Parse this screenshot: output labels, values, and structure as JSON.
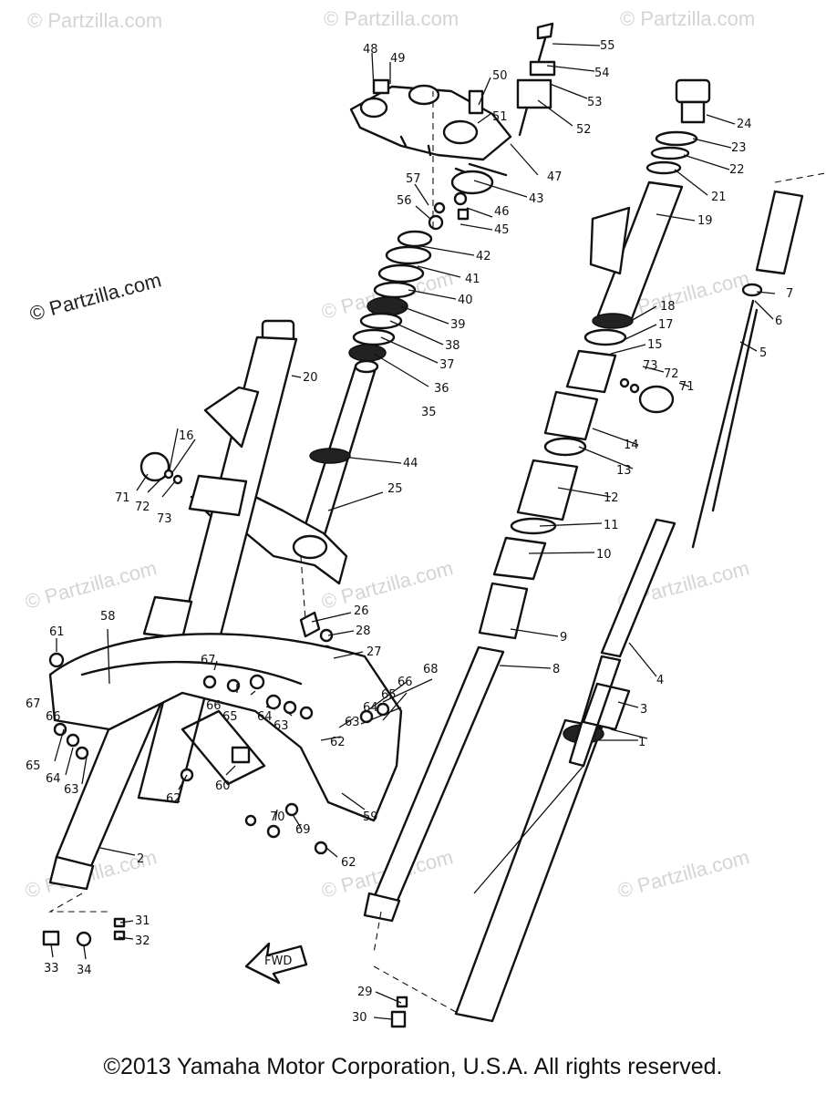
{
  "watermark": {
    "text": "© Partzilla.com"
  },
  "copyright": "©2013 Yamaha Motor Corporation, U.S.A. All rights reserved.",
  "fwd_label": "FWD",
  "parts": [
    {
      "id": "48",
      "label": "48"
    },
    {
      "id": "49",
      "label": "49"
    },
    {
      "id": "50",
      "label": "50"
    },
    {
      "id": "51",
      "label": "51"
    },
    {
      "id": "52",
      "label": "52"
    },
    {
      "id": "53",
      "label": "53"
    },
    {
      "id": "54",
      "label": "54"
    },
    {
      "id": "55",
      "label": "55"
    },
    {
      "id": "47",
      "label": "47"
    },
    {
      "id": "43",
      "label": "43"
    },
    {
      "id": "46",
      "label": "46"
    },
    {
      "id": "45",
      "label": "45"
    },
    {
      "id": "57",
      "label": "57"
    },
    {
      "id": "56",
      "label": "56"
    },
    {
      "id": "42",
      "label": "42"
    },
    {
      "id": "41",
      "label": "41"
    },
    {
      "id": "40",
      "label": "40"
    },
    {
      "id": "39",
      "label": "39"
    },
    {
      "id": "38",
      "label": "38"
    },
    {
      "id": "37",
      "label": "37"
    },
    {
      "id": "36",
      "label": "36"
    },
    {
      "id": "35",
      "label": "35"
    },
    {
      "id": "44",
      "label": "44"
    },
    {
      "id": "25",
      "label": "25"
    },
    {
      "id": "26",
      "label": "26"
    },
    {
      "id": "28",
      "label": "28"
    },
    {
      "id": "27",
      "label": "27"
    },
    {
      "id": "20",
      "label": "20"
    },
    {
      "id": "16",
      "label": "16"
    },
    {
      "id": "71a",
      "label": "71"
    },
    {
      "id": "72a",
      "label": "72"
    },
    {
      "id": "73a",
      "label": "73"
    },
    {
      "id": "24",
      "label": "24"
    },
    {
      "id": "23",
      "label": "23"
    },
    {
      "id": "22",
      "label": "22"
    },
    {
      "id": "21",
      "label": "21"
    },
    {
      "id": "19",
      "label": "19"
    },
    {
      "id": "7",
      "label": "7"
    },
    {
      "id": "6",
      "label": "6"
    },
    {
      "id": "5",
      "label": "5"
    },
    {
      "id": "18",
      "label": "18"
    },
    {
      "id": "17",
      "label": "17"
    },
    {
      "id": "15",
      "label": "15"
    },
    {
      "id": "73b",
      "label": "73"
    },
    {
      "id": "72b",
      "label": "72"
    },
    {
      "id": "71b",
      "label": "71"
    },
    {
      "id": "14",
      "label": "14"
    },
    {
      "id": "13",
      "label": "13"
    },
    {
      "id": "12",
      "label": "12"
    },
    {
      "id": "11",
      "label": "11"
    },
    {
      "id": "10",
      "label": "10"
    },
    {
      "id": "9",
      "label": "9"
    },
    {
      "id": "8",
      "label": "8"
    },
    {
      "id": "4",
      "label": "4"
    },
    {
      "id": "3",
      "label": "3"
    },
    {
      "id": "1",
      "label": "1"
    },
    {
      "id": "58",
      "label": "58"
    },
    {
      "id": "61",
      "label": "61"
    },
    {
      "id": "67a",
      "label": "67"
    },
    {
      "id": "66a",
      "label": "66"
    },
    {
      "id": "65a",
      "label": "65"
    },
    {
      "id": "64a",
      "label": "64"
    },
    {
      "id": "63a",
      "label": "63"
    },
    {
      "id": "67b",
      "label": "67"
    },
    {
      "id": "66b",
      "label": "66"
    },
    {
      "id": "65b",
      "label": "65"
    },
    {
      "id": "64b",
      "label": "64"
    },
    {
      "id": "63b",
      "label": "63"
    },
    {
      "id": "68",
      "label": "68"
    },
    {
      "id": "66c",
      "label": "66"
    },
    {
      "id": "65c",
      "label": "65"
    },
    {
      "id": "64c",
      "label": "64"
    },
    {
      "id": "63c",
      "label": "63"
    },
    {
      "id": "62a",
      "label": "62"
    },
    {
      "id": "62b",
      "label": "62"
    },
    {
      "id": "60",
      "label": "60"
    },
    {
      "id": "70",
      "label": "70"
    },
    {
      "id": "69",
      "label": "69"
    },
    {
      "id": "59",
      "label": "59"
    },
    {
      "id": "62c",
      "label": "62"
    },
    {
      "id": "2",
      "label": "2"
    },
    {
      "id": "31",
      "label": "31"
    },
    {
      "id": "32",
      "label": "32"
    },
    {
      "id": "33",
      "label": "33"
    },
    {
      "id": "34",
      "label": "34"
    },
    {
      "id": "29",
      "label": "29"
    },
    {
      "id": "30",
      "label": "30"
    }
  ]
}
